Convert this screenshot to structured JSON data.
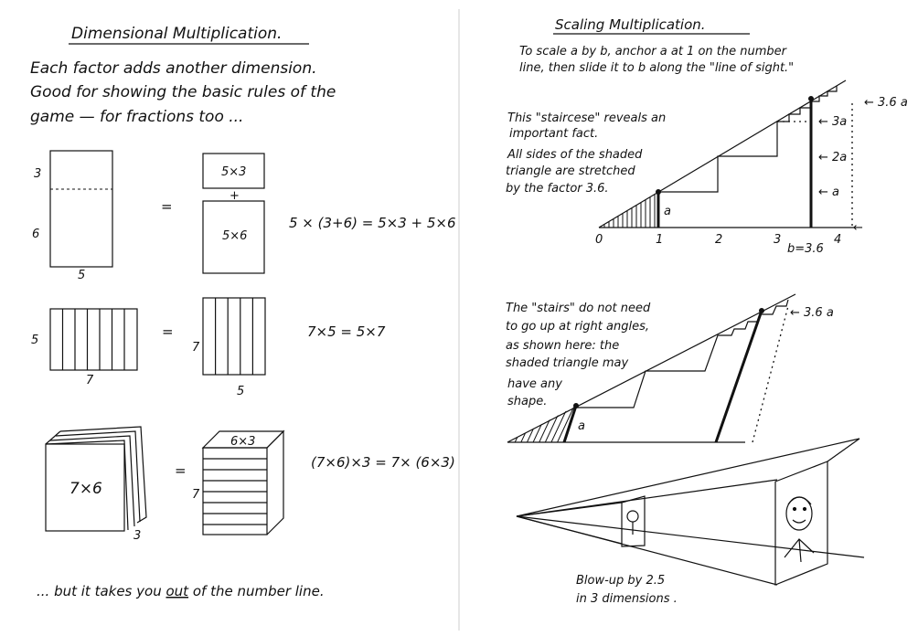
{
  "left_page": {
    "title": "Dimensional Multiplication.",
    "intro": [
      "Each factor adds another dimension.",
      "Good for showing the basic rules of the",
      "game — for fractions too ..."
    ],
    "row1": {
      "label_3": "3",
      "label_6": "6",
      "label_5": "5",
      "equals": "=",
      "box_top": "5×3",
      "plus": "+",
      "box_bottom": "5×6",
      "equation": "5 × (3+6) = 5×3 + 5×6"
    },
    "row2": {
      "label_5": "5",
      "label_7": "7",
      "equals": "=",
      "right_label_7": "7",
      "right_label_5": "5",
      "equation": "7×5 = 5×7"
    },
    "row3": {
      "front_label": "7×6",
      "depth_label": "3",
      "equals": "=",
      "top_label": "6×3",
      "side_label": "7",
      "equation": "(7×6)×3 = 7× (6×3)"
    },
    "footer_pre": "... but it takes you",
    "footer_out": "out",
    "footer_post": "of the number line."
  },
  "right_page": {
    "title": "Scaling Multiplication.",
    "intro": [
      "To scale a by b, anchor a at 1 on the number",
      "line, then slide it to b along the \"line of sight.\""
    ],
    "diagram1": {
      "text": [
        "This \"staircese\" reveals an",
        "important fact.",
        "All sides of the shaded",
        "triangle are stretched",
        "by the factor 3.6."
      ],
      "ticks": [
        "0",
        "1",
        "2",
        "3",
        "4"
      ],
      "b_label": "b=3.6",
      "a_label": "a",
      "side_labels": [
        "3.6 a",
        "3a",
        "2a",
        "a"
      ]
    },
    "diagram2": {
      "text": [
        "The \"stairs\" do not need",
        "to go up at right angles,",
        "as shown here: the",
        "shaded triangle may",
        "have any",
        "shape."
      ],
      "a_label": "a",
      "end_label": "3.6 a"
    },
    "diagram3": {
      "caption": [
        "Blow-up by 2.5",
        "in 3 dimensions ."
      ]
    }
  }
}
